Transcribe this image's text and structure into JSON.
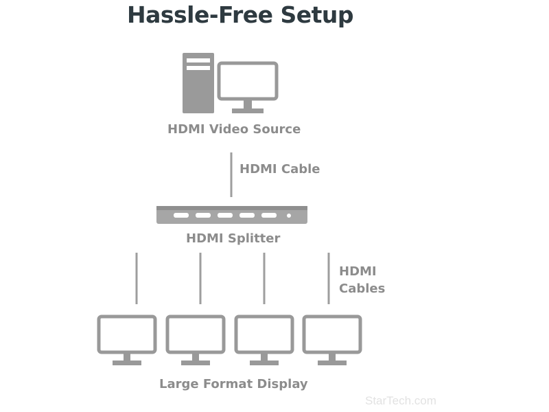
{
  "title": "Hassle-Free Setup",
  "labels": {
    "source": "HDMI Video Source",
    "cable": "HDMI Cable",
    "splitter": "HDMI Splitter",
    "cables_line1": "HDMI",
    "cables_line2": "Cables",
    "displays": "Large Format Display"
  },
  "watermark": "StarTech.com",
  "colors": {
    "title": "#2e3a40",
    "icon_stroke": "#999999",
    "label": "#8c8c8c",
    "splitter_body": "#a6a6a6"
  },
  "icons": [
    "desktop-tower-icon",
    "source-monitor-icon",
    "hdmi-splitter-icon",
    "display-monitor-icon"
  ],
  "display_count": 4,
  "splitter_port_count": 5
}
